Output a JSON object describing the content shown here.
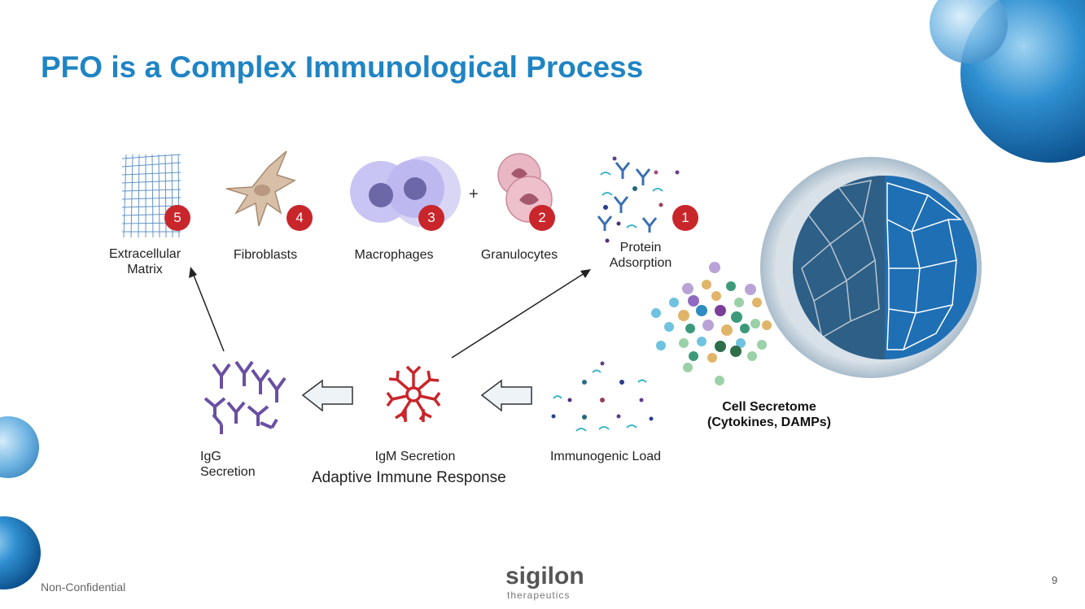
{
  "slide": {
    "title": "PFO is a Complex Immunological Process",
    "footer_left": "Non-Confidential",
    "page_number": "9",
    "logo": {
      "word": "sigilon",
      "sub": "therapeutics"
    }
  },
  "diagram": {
    "plus_sign": "+",
    "cells": [
      {
        "badge": "5",
        "label_line1": "Extracellular",
        "label_line2": "Matrix"
      },
      {
        "badge": "4",
        "label_line1": "Fibroblasts",
        "label_line2": ""
      },
      {
        "badge": "3",
        "label_line1": "Macrophages",
        "label_line2": ""
      },
      {
        "badge": "2",
        "label_line1": "Granulocytes",
        "label_line2": ""
      },
      {
        "badge": "1",
        "label_line1": "Protein",
        "label_line2": "Adsorption"
      }
    ],
    "secretome": {
      "line1": "Cell Secretome",
      "line2": "(Cytokines, DAMPs)"
    },
    "bottom": {
      "igg": {
        "line1": "IgG",
        "line2": "Secretion"
      },
      "igm": "IgM Secretion",
      "load": "Immunogenic Load",
      "adaptive": "Adaptive Immune Response"
    }
  },
  "colors": {
    "title": "#1f84c4",
    "badge": "#c8262b",
    "antibody_igg": "#6a4fa3",
    "antibody_igm": "#c8262b"
  }
}
